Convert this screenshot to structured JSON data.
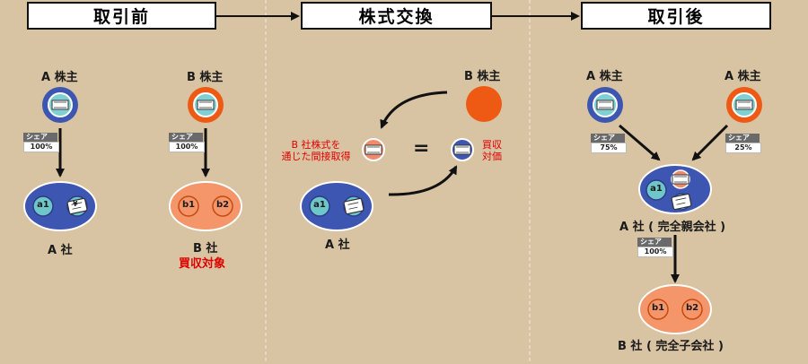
{
  "headers": {
    "before": "取引前",
    "exchange": "株式交換",
    "after": "取引後"
  },
  "labels": {
    "shareholder_a": "A 株主",
    "shareholder_b": "B 株主",
    "company_a": "A 社",
    "company_b": "B 社",
    "acquisition_target": "買収対象",
    "indirect_line1": "B 社株式を",
    "indirect_line2": "通じた間接取得",
    "equals": "=",
    "consideration_line1": "買収",
    "consideration_line2": "対価",
    "parent": "A 社 ( 完全親会社 )",
    "subsidiary": "B 社 ( 完全子会社 )",
    "a1": "a1",
    "b1": "b1",
    "b2": "b2",
    "yen": "¥",
    "stock_certificate": "株式"
  },
  "shares": {
    "key": "シェア",
    "a_before": "100%",
    "b_before": "100%",
    "a_after": "75%",
    "b_after": "25%",
    "parent_sub": "100%"
  },
  "colors": {
    "background": "#d8c4a3",
    "blue": "#3d56b2",
    "blue_light": "#7d8fd6",
    "orange": "#ee5a14",
    "salmon": "#f4956a",
    "teal": "#6fc6c8",
    "red_text": "#e00000"
  }
}
